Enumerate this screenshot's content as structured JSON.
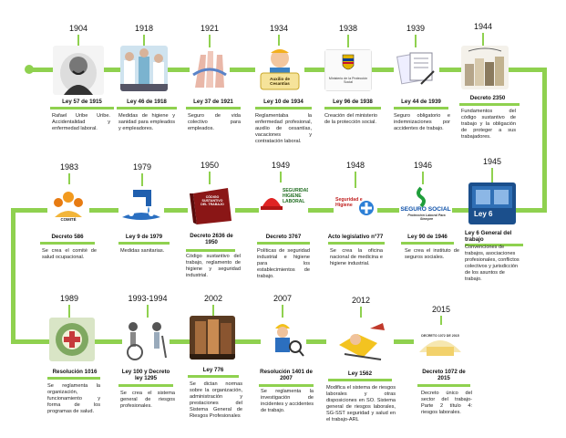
{
  "row1": [
    {
      "year": "1904",
      "law": "Ley 57 de 1915",
      "desc": "Rafael Uribe Uribe. Accidentalidad y enfermedad laboral.",
      "icon": "portrait-icon"
    },
    {
      "year": "1918",
      "law": "Ley 46 de 1918",
      "desc": "Medidas de higiene y sanidad para empleados y empleadores.",
      "icon": "hygiene-photo-icon"
    },
    {
      "year": "1921",
      "law": "Ley 37 de 1921",
      "desc": "Seguro de vida colectivo para empleados.",
      "icon": "hands-icon"
    },
    {
      "year": "1934",
      "law": "Ley 10 de 1934",
      "desc": "Reglamentaba la enfermedad profesional, auxilio de cesantías, vacaciones y contratación laboral.",
      "icon": "worker-cartoon-icon",
      "pic_caption": "Auxilio de Cesantías"
    },
    {
      "year": "1938",
      "law": "Ley 96 de 1938",
      "desc": "Creación del ministerio de la protección social.",
      "icon": "ministry-shield-icon",
      "pic_caption": "Ministerio de la Protección Social"
    },
    {
      "year": "1939",
      "law": "Ley 44 de 1939",
      "desc": "Seguro obligatorio e indemnizaciones por accidentes de trabajo.",
      "icon": "documents-icon"
    },
    {
      "year": "1944",
      "law": "Decreto 2350",
      "desc": "Fundamentos del código sustantivo de trabajo y la obligación de proteger a sus trabajadores.",
      "icon": "books-icon"
    }
  ],
  "row2": [
    {
      "year": "1983",
      "law": "Decreto 586",
      "desc": "Se crea el comité de salud ocupacional.",
      "icon": "committee-icon",
      "pic_caption": "COMITÉ"
    },
    {
      "year": "1979",
      "law": "Ley 9 de 1979",
      "desc": "Medidas sanitarias.",
      "icon": "water-tap-icon"
    },
    {
      "year": "1950",
      "law": "Decreto 2636 de 1950",
      "desc": "Código sustantivo del trabajo, reglamento de higiene y seguridad industrial.",
      "icon": "labor-code-book-icon",
      "pic_caption": "CÓDIGO SUSTANTIVO DEL TRABAJO"
    },
    {
      "year": "1949",
      "law": "Decreto 3767",
      "desc": "Políticas de seguridad industrial e higiene para los establecimientos de trabajo.",
      "icon": "safety-helmet-icon",
      "pic_caption": "SEGURIDAD HIGIENE LABORAL"
    },
    {
      "year": "1948",
      "law": "Acto legislativo n°77",
      "desc": "Se crea la oficina nacional de medicina e higiene industrial.",
      "icon": "safety-hygiene-logo-icon",
      "pic_caption": "Seguridad e Higiene"
    },
    {
      "year": "1946",
      "law": "Ley 90 de 1946",
      "desc": "Se crea el instituto de seguros sociales.",
      "icon": "seguro-social-logo-icon",
      "pic_caption": "SEGURO SOCIAL",
      "pic_sub": "Protección Laboral Para Siempre"
    },
    {
      "year": "1945",
      "law": "Ley 6 General del trabajo",
      "desc": "Convenciones de trabajos, asociaciones profesionales, conflictos colectivos y jurisdicción de los asuntos de trabajo.",
      "icon": "ley-6-icon",
      "pic_caption": "Ley 6"
    }
  ],
  "row3": [
    {
      "year": "1989",
      "law": "Resolución 1016",
      "desc": "Se reglamenta la organización, funcionamiento y forma de los programas de salud.",
      "icon": "health-program-icon"
    },
    {
      "year": "1993-1994",
      "law": "Ley 100 y Decreto ley 1295",
      "desc": "Se crea el sistema general de riesgos profesionales.",
      "icon": "disability-icon"
    },
    {
      "year": "2002",
      "law": "Ley 776",
      "desc": "Se dictan normas sobre la organización, administración y prestaciones del Sistema General de Riesgos Profesionales",
      "icon": "workers-photo-icon"
    },
    {
      "year": "2007",
      "law": "Resolución 1401 de 2007",
      "desc": "Se reglamenta la investigación de incidentes y accidentes de trabajo.",
      "icon": "investigator-icon"
    },
    {
      "year": "2012",
      "law": "Ley 1562",
      "desc": "Modifica el sistema de riesgos laborales y otras disposiciones en SO. Sistema general de riesgos laborales, SG-SST seguridad y salud en el trabajo-ARL",
      "icon": "accident-cartoon-icon"
    },
    {
      "year": "2015",
      "law": "Decreto 1072 de 2015",
      "desc": "Decreto único del sector del trabajo- Parte 2 título 4: riesgos laborales.",
      "icon": "decree-icon",
      "pic_caption": "DECRETO 1072 DE 2015"
    }
  ],
  "colors": {
    "track": "#8fd14f",
    "text": "#222222"
  }
}
